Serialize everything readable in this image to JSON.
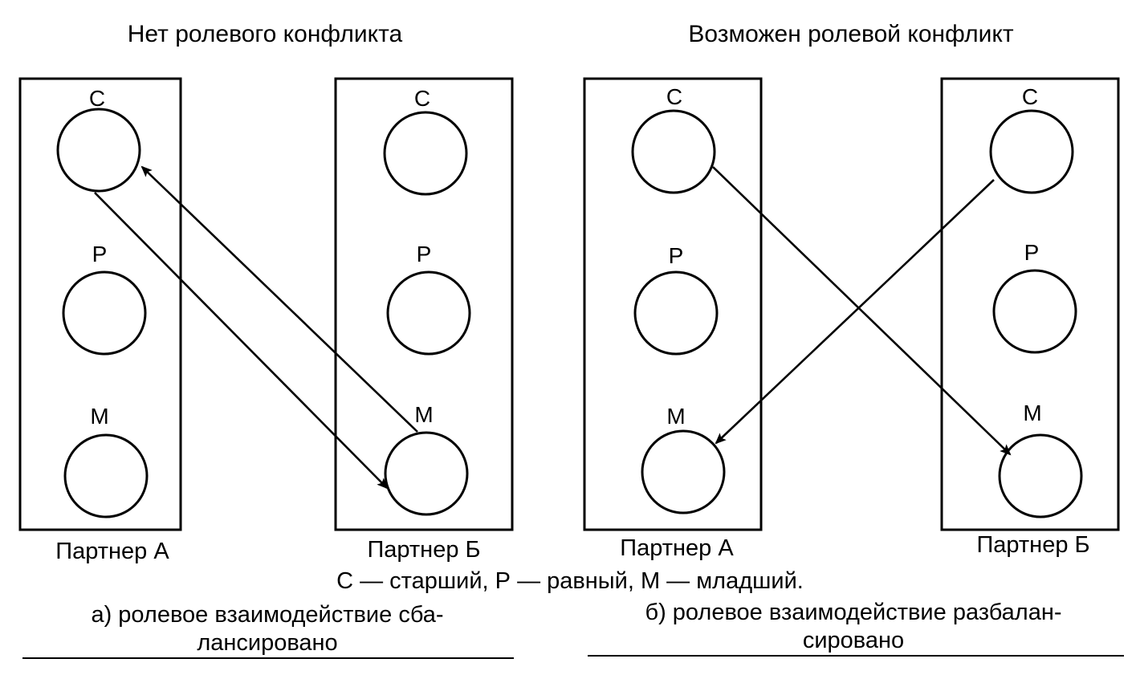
{
  "panels": [
    {
      "title": "Нет ролевого конфликта",
      "partner_a": {
        "label": "Партнер А",
        "roles": [
          "С",
          "Р",
          "М"
        ]
      },
      "partner_b": {
        "label": "Партнер Б",
        "roles": [
          "С",
          "Р",
          "М"
        ]
      },
      "interactions": [
        {
          "from": "partner_a.С",
          "to": "partner_b.М"
        },
        {
          "from": "partner_b.М",
          "to": "partner_a.С"
        }
      ],
      "caption": [
        "а) ролевое взаимодействие сба-",
        "лансировано"
      ]
    },
    {
      "title": "Возможен ролевой конфликт",
      "partner_a": {
        "label": "Партнер А",
        "roles": [
          "С",
          "Р",
          "М"
        ]
      },
      "partner_b": {
        "label": "Партнер Б",
        "roles": [
          "С",
          "Р",
          "М"
        ]
      },
      "interactions": [
        {
          "from": "partner_a.С",
          "to": "partner_b.М"
        },
        {
          "from": "partner_b.С",
          "to": "partner_a.М"
        }
      ],
      "caption": [
        "б) ролевое взаимодействие разбалан-",
        "сировано"
      ]
    }
  ],
  "legend": "С — старший, Р — равный, М — младший.",
  "colors": {
    "ink": "#000000",
    "background": "#ffffff"
  }
}
